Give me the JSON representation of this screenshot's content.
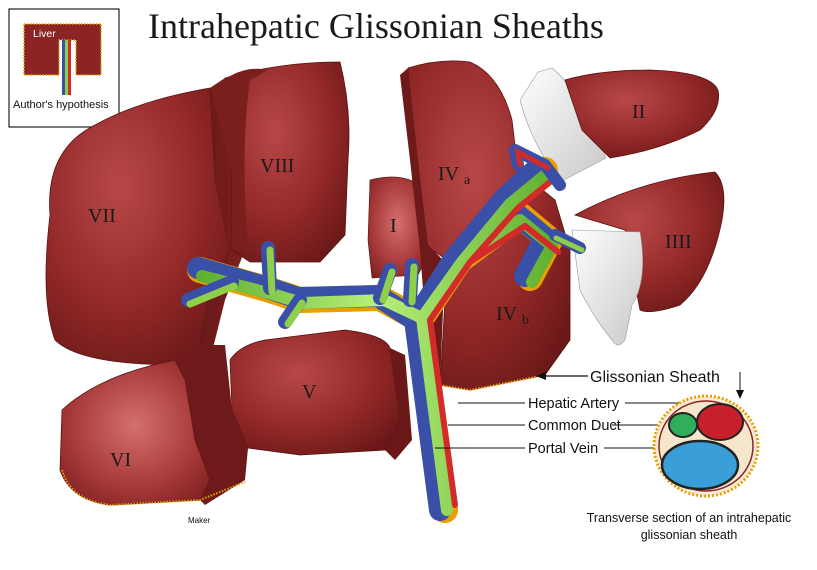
{
  "title": "Intrahepatic Glissonian Sheaths",
  "inset": {
    "liver_label": "Liver",
    "hypothesis_label": "Author's hypothesis"
  },
  "segments": {
    "ii": "II",
    "iiii": "IIII",
    "iva": "IV",
    "iva_sub": "a",
    "ivb": "IV",
    "ivb_sub": "b",
    "i": "I",
    "v": "V",
    "vi": "VI",
    "vii": "VII",
    "viii": "VIII"
  },
  "callouts": {
    "glissonian_sheath": "Glissonian Sheath",
    "hepatic_artery": "Hepatic Artery",
    "common_duct": "Common Duct",
    "portal_vein": "Portal Vein"
  },
  "maker": "Maker",
  "section_caption": {
    "line1": "Transverse section of an intrahepatic",
    "line2": "glissonian sheath"
  },
  "colors": {
    "liver": "#8b2424",
    "liver_dark": "#6e1a1a",
    "liver_light": "#b04444",
    "artery": "#d42a2a",
    "duct": "#8ed04a",
    "vein": "#3a4fa8",
    "sheath_dots": "#e8a000",
    "cross_vein": "#3a9fd8",
    "cross_duct": "#2fae5c"
  }
}
